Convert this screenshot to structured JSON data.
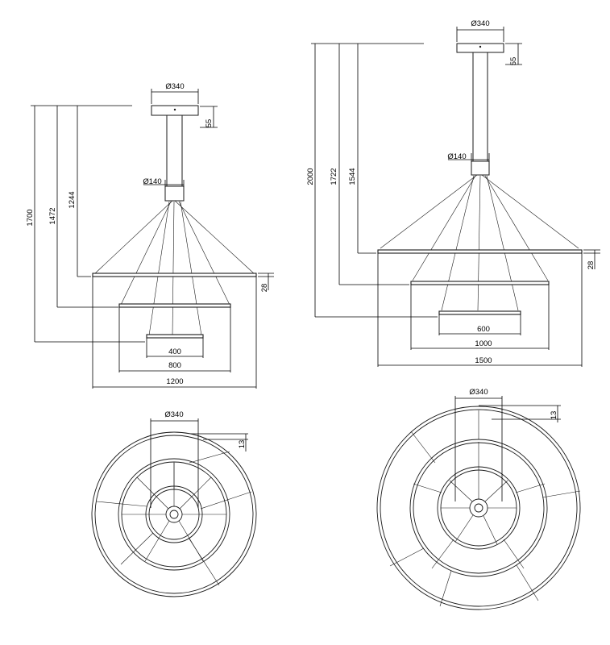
{
  "colors": {
    "line": "#1a1a1a",
    "background": "#ffffff"
  },
  "left_elevation": {
    "canopy_diameter": "Ø340",
    "canopy_height": "55",
    "stem_diameter": "Ø140",
    "overall_height": "1700",
    "height_ring2": "1472",
    "height_ring1": "1244",
    "ring_thickness": "28",
    "ring_small": "400",
    "ring_medium": "800",
    "ring_large": "1200"
  },
  "right_elevation": {
    "canopy_diameter": "Ø340",
    "canopy_height": "55",
    "stem_diameter": "Ø140",
    "overall_height": "2000",
    "height_ring2": "1722",
    "height_ring1": "1544",
    "ring_thickness": "28",
    "ring_small": "600",
    "ring_medium": "1000",
    "ring_large": "1500"
  },
  "left_plan": {
    "canopy_diameter": "Ø340",
    "ring_depth": "13"
  },
  "right_plan": {
    "canopy_diameter": "Ø340",
    "ring_depth": "13"
  }
}
